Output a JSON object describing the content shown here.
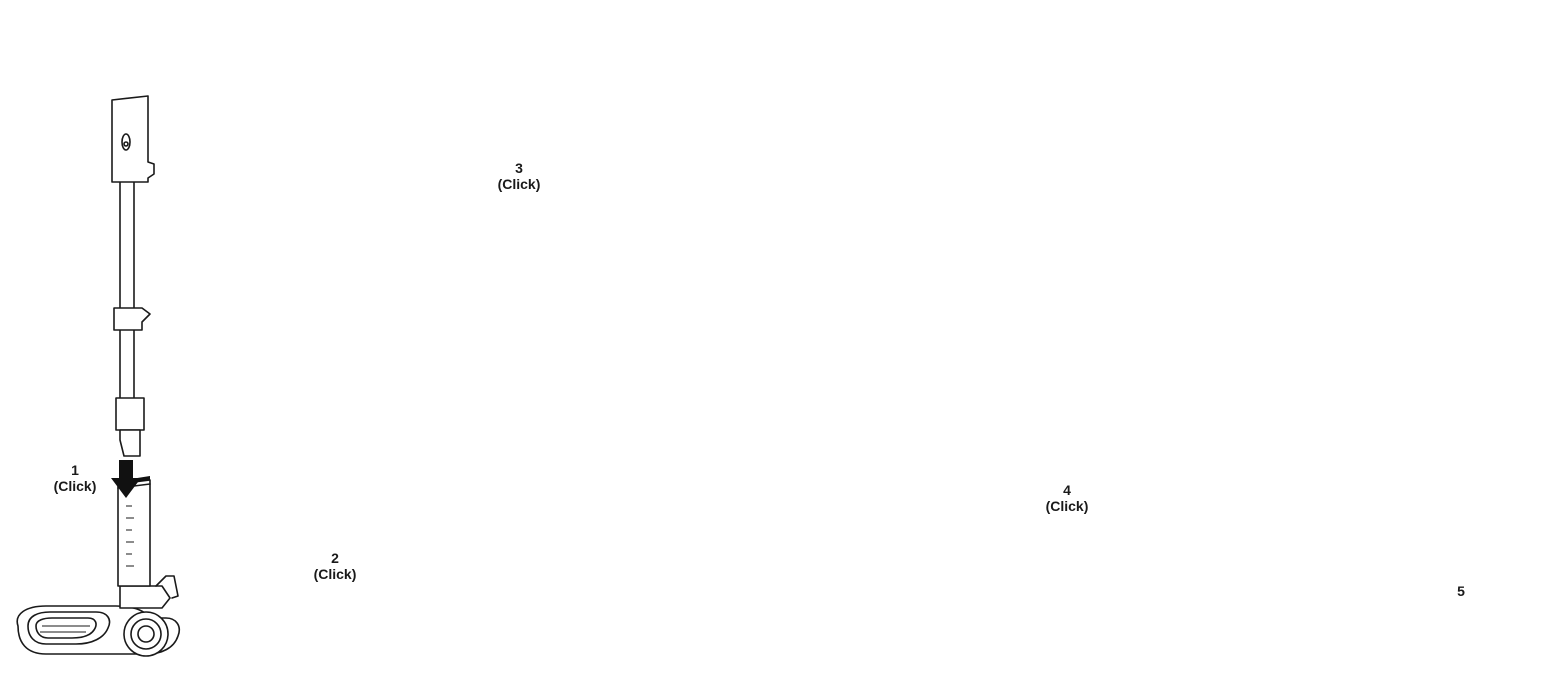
{
  "steps": [
    {
      "number": "1",
      "action": "(Click)"
    },
    {
      "number": "2",
      "action": "(Click)"
    },
    {
      "number": "3",
      "action": "(Click)"
    },
    {
      "number": "4",
      "action": "(Click)"
    },
    {
      "number": "5"
    }
  ],
  "colors": {
    "line": "#1a1a1a",
    "arrow": "#111111",
    "background": "#ffffff"
  }
}
